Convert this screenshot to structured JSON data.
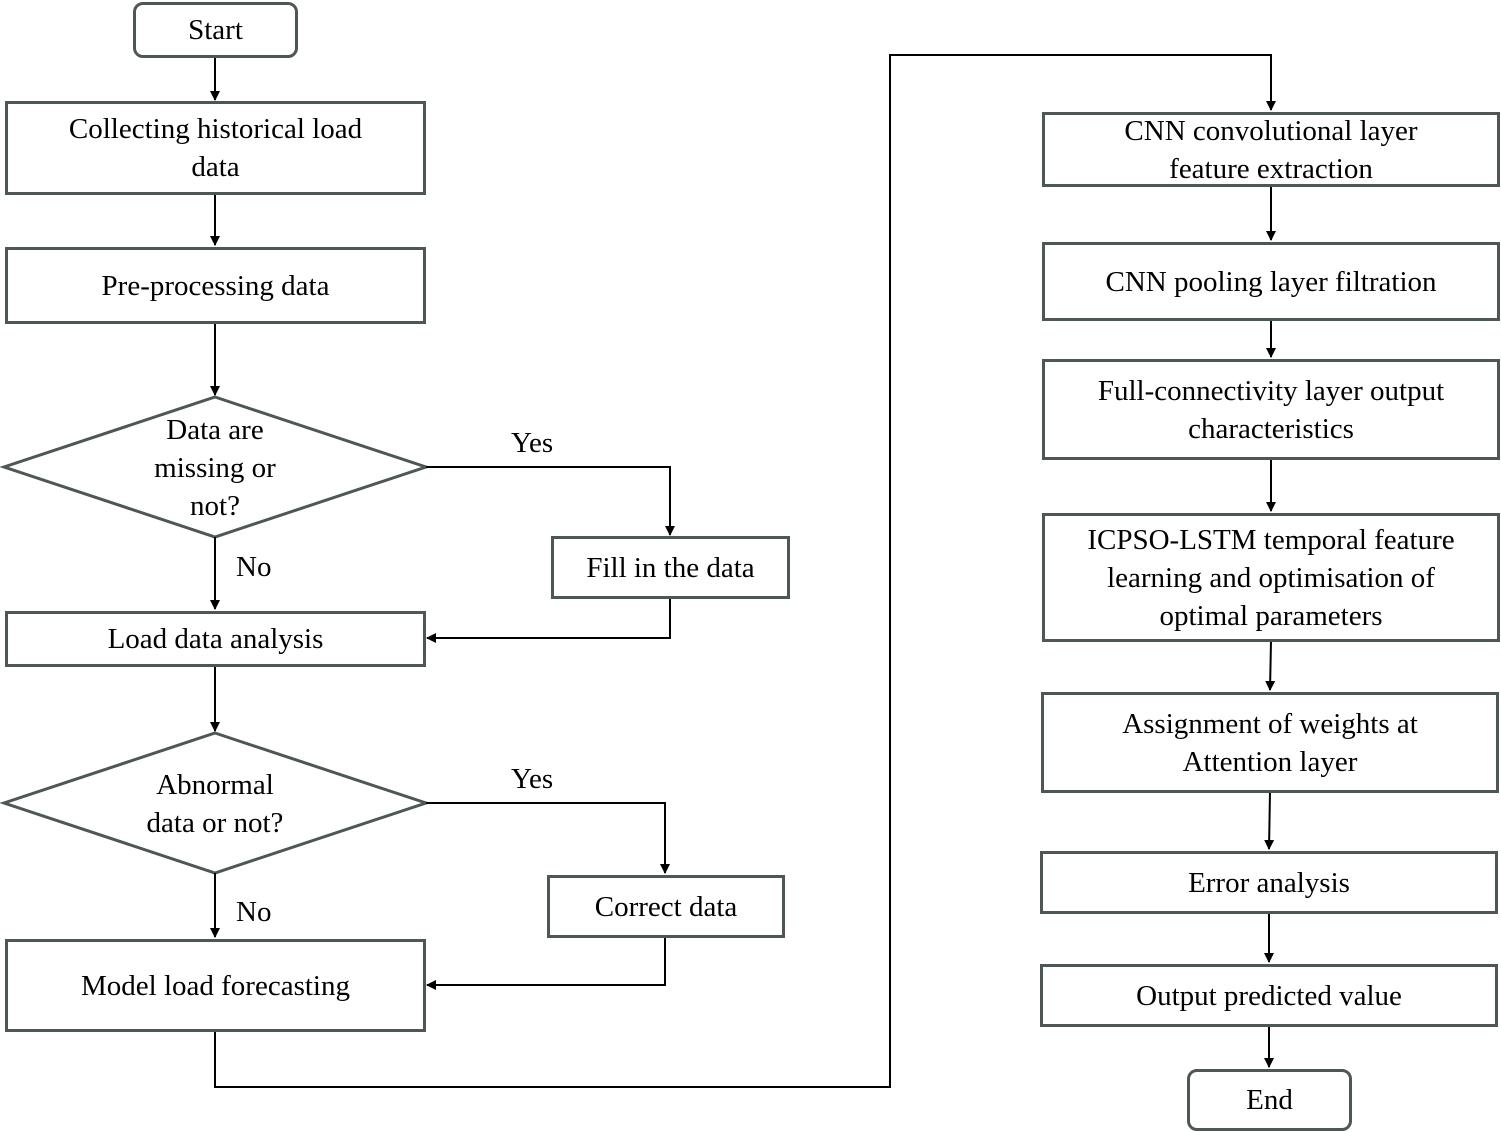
{
  "nodes": {
    "start": "Start",
    "collect": "Collecting historical load data",
    "preprocess": "Pre-processing data",
    "missing_decision": "Data are missing or not?",
    "fill": "Fill in the data",
    "analysis": "Load data analysis",
    "abnormal_decision": "Abnormal data or not?",
    "correct": "Correct data",
    "forecast": "Model load forecasting",
    "cnn_conv": "CNN convolutional layer feature extraction",
    "cnn_pool": "CNN pooling layer filtration",
    "full_conn": "Full-connectivity layer output characteristics",
    "icpso": "ICPSO-LSTM temporal feature learning and optimisation of optimal parameters",
    "attention": "Assignment of weights at Attention layer",
    "error": "Error analysis",
    "output": "Output predicted value",
    "end": "End"
  },
  "edge_labels": {
    "missing_yes": "Yes",
    "missing_no": "No",
    "abnormal_yes": "Yes",
    "abnormal_no": "No"
  }
}
